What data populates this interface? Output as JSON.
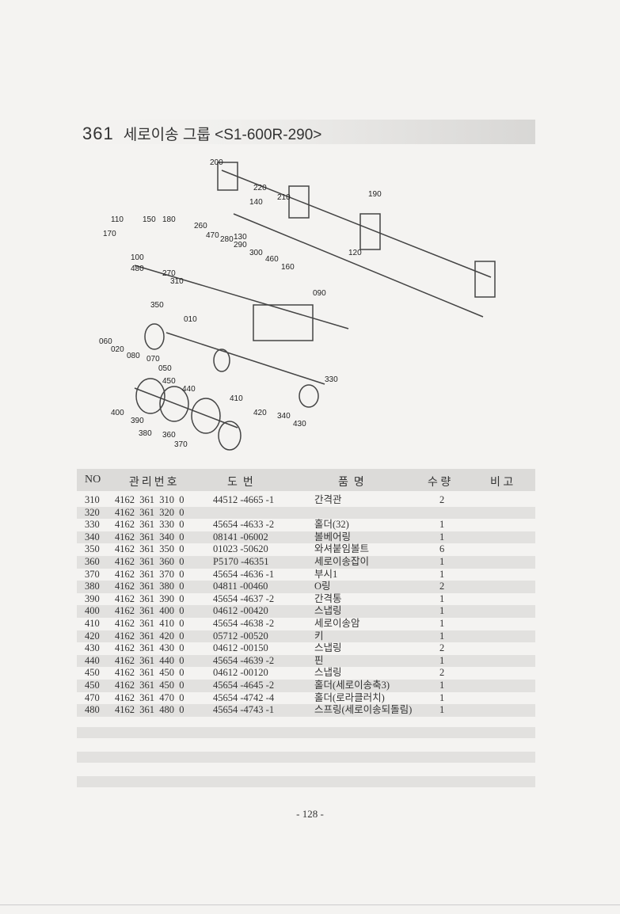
{
  "header": {
    "group_no": "361",
    "title": "세로이송 그룹 <S1-600R-290>"
  },
  "diagram": {
    "callouts": [
      "200",
      "220",
      "210",
      "190",
      "140",
      "130",
      "110",
      "150",
      "180",
      "170",
      "260",
      "470",
      "280",
      "290",
      "300",
      "460",
      "160",
      "100",
      "480",
      "270",
      "310",
      "120",
      "090",
      "350",
      "010",
      "060",
      "020",
      "080",
      "070",
      "050",
      "450",
      "440",
      "410",
      "420",
      "340",
      "430",
      "400",
      "390",
      "380",
      "360",
      "370",
      "330"
    ]
  },
  "table": {
    "columns": [
      "NO",
      "관리번호",
      "도  번",
      "품  명",
      "수 량",
      "비 고"
    ],
    "rows": [
      [
        "310",
        "4162  361  310  0",
        "44512 -4665 -1",
        "간격관",
        "2"
      ],
      [
        "320",
        "4162  361  320  0",
        "",
        "",
        ""
      ],
      [
        "330",
        "4162  361  330  0",
        "45654 -4633 -2",
        "홀더(32)",
        "1"
      ],
      [
        "340",
        "4162  361  340  0",
        "08141 -06002",
        "볼베어링",
        "1"
      ],
      [
        "350",
        "4162  361  350  0",
        "01023 -50620",
        "와셔붙임볼트",
        "6"
      ],
      [
        "360",
        "4162  361  360  0",
        "P5170 -46351",
        "세로이송잡이",
        "1"
      ],
      [
        "370",
        "4162  361  370  0",
        "45654 -4636 -1",
        "부시1",
        "1"
      ],
      [
        "380",
        "4162  361  380  0",
        "04811 -00460",
        "O링",
        "2"
      ],
      [
        "390",
        "4162  361  390  0",
        "45654 -4637 -2",
        "간격통",
        "1"
      ],
      [
        "400",
        "4162  361  400  0",
        "04612 -00420",
        "스냅링",
        "1"
      ],
      [
        "410",
        "4162  361  410  0",
        "45654 -4638 -2",
        "세로이송암",
        "1"
      ],
      [
        "420",
        "4162  361  420  0",
        "05712 -00520",
        "키",
        "1"
      ],
      [
        "430",
        "4162  361  430  0",
        "04612 -00150",
        "스냅링",
        "2"
      ],
      [
        "440",
        "4162  361  440  0",
        "45654 -4639 -2",
        "핀",
        "1"
      ],
      [
        "450",
        "4162  361  450  0",
        "04612 -00120",
        "스냅링",
        "2"
      ],
      [
        "450",
        "4162  361  450  0",
        "45654 -4645 -2",
        "홀더(세로이송축3)",
        "1"
      ],
      [
        "470",
        "4162  361  470  0",
        "45654 -4742 -4",
        "홀더(로라클러치)",
        "1"
      ],
      [
        "480",
        "4162  361  480  0",
        "45654 -4743 -1",
        "스프링(세로이송되돌림)",
        "1"
      ]
    ]
  },
  "footer": {
    "page": "- 128 -"
  }
}
